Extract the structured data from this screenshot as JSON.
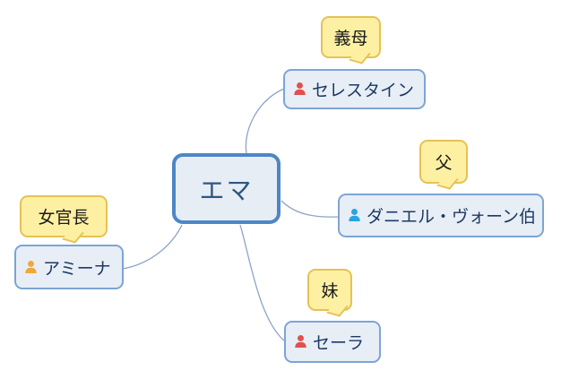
{
  "diagram": {
    "type": "mindmap-family-chart",
    "center": {
      "label": "エマ"
    },
    "nodes": [
      {
        "id": "celestine",
        "name": "セレスタイン",
        "relation": "義母",
        "icon": "person-icon",
        "icon_color": "#e0504f"
      },
      {
        "id": "daniel",
        "name": "ダニエル・ヴォーン伯",
        "relation": "父",
        "icon": "person-icon",
        "icon_color": "#29a3e3"
      },
      {
        "id": "amina",
        "name": "アミーナ",
        "relation": "女官長",
        "icon": "person-icon",
        "icon_color": "#f2a73b"
      },
      {
        "id": "sara",
        "name": "セーラ",
        "relation": "妹",
        "icon": "person-icon",
        "icon_color": "#e0504f"
      }
    ],
    "colors": {
      "center_border": "#4d86c5",
      "node_border": "#7da4d6",
      "node_fill": "#e8eef6",
      "label_fill": "#fdf0a2",
      "label_border": "#e6c156",
      "connector": "#8aa4c6",
      "center_text": "#2d5880",
      "node_text": "#1b3a63"
    }
  }
}
